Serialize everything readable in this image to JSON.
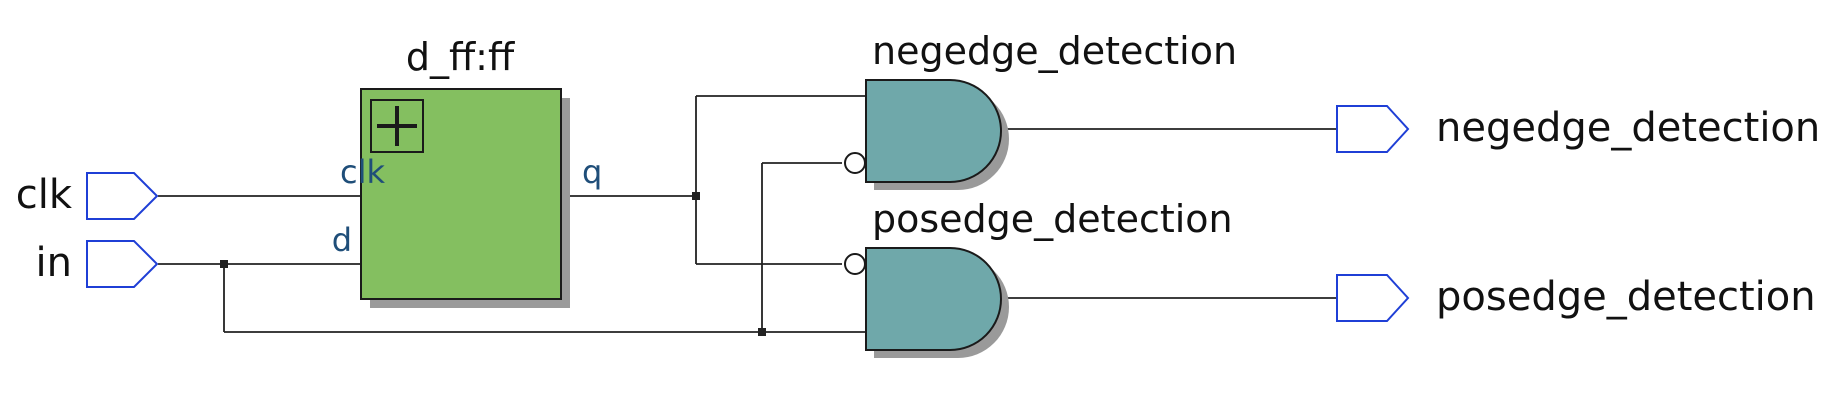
{
  "inputs": {
    "clk": "clk",
    "in": "in"
  },
  "module": {
    "title": "d_ff:ff",
    "pin_clk": "clk",
    "pin_d": "d",
    "pin_q": "q",
    "fill_color": "#84bf60",
    "expand_icon": "plus-icon"
  },
  "gates": {
    "negedge_title": "negedge_detection",
    "posedge_title": "posedge_detection",
    "fill_color": "#6fa8aa"
  },
  "outputs": {
    "negedge": "negedge_detection",
    "posedge": "posedge_detection"
  },
  "colors": {
    "port_outline": "#1f3fd6",
    "wire": "#222222",
    "pin_text": "#1f4e79"
  }
}
